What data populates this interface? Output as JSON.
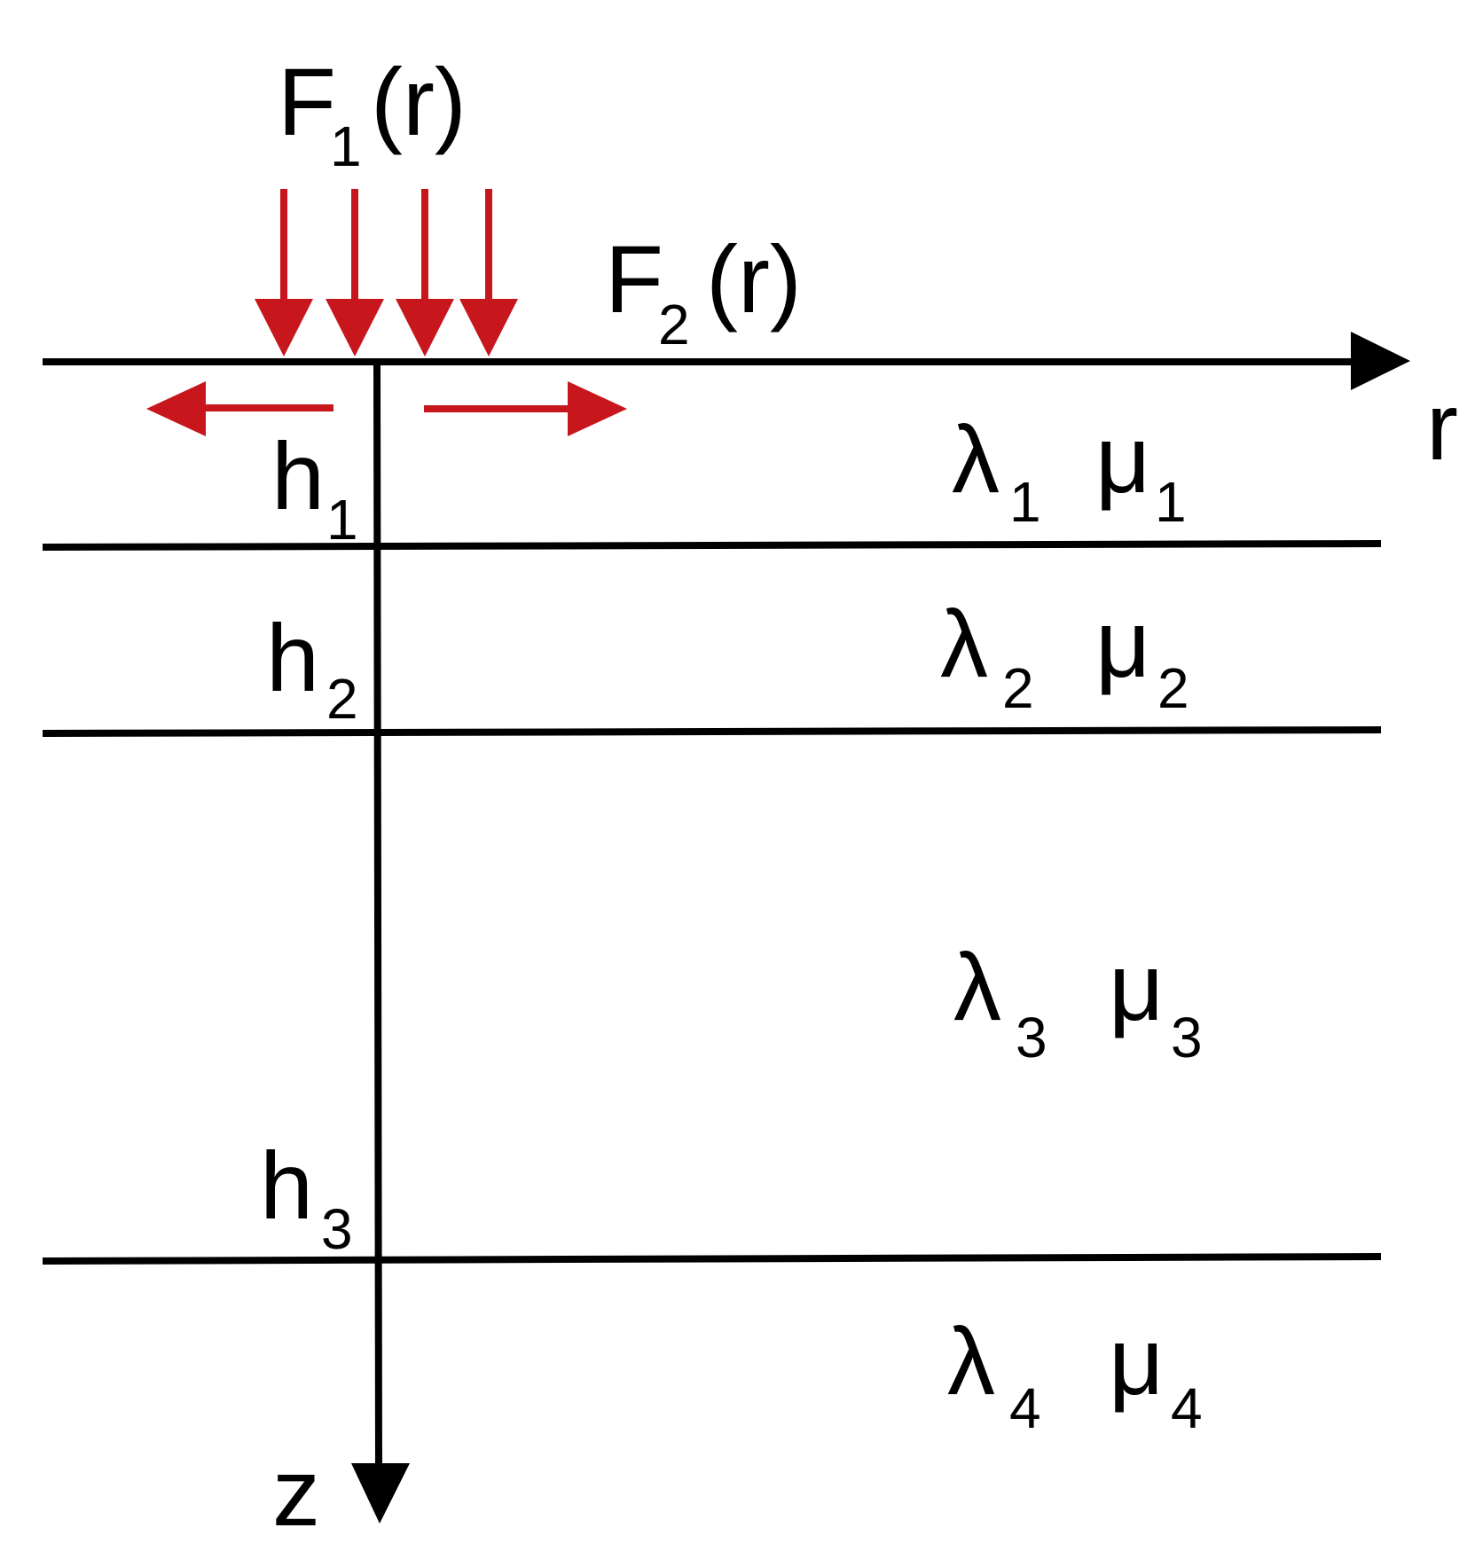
{
  "labels": {
    "force_vertical": {
      "main": "F",
      "sub": "1",
      "arg": "(r)"
    },
    "force_radial": {
      "main": "F",
      "sub": "2",
      "arg": "(r)"
    },
    "axis_r": "r",
    "axis_z": "z",
    "h1": {
      "main": "h",
      "sub": "1"
    },
    "h2": {
      "main": "h",
      "sub": "2"
    },
    "h3": {
      "main": "h",
      "sub": "3"
    }
  },
  "layers": [
    {
      "lambda": "λ",
      "lambda_sub": "1",
      "mu": "μ",
      "mu_sub": "1"
    },
    {
      "lambda": "λ",
      "lambda_sub": "2",
      "mu": "μ",
      "mu_sub": "2"
    },
    {
      "lambda": "λ",
      "lambda_sub": "3",
      "mu": "μ",
      "mu_sub": "3"
    },
    {
      "lambda": "λ",
      "lambda_sub": "4",
      "mu": "μ",
      "mu_sub": "4"
    }
  ],
  "colors": {
    "force": "#c8161d",
    "ink": "#000000"
  }
}
